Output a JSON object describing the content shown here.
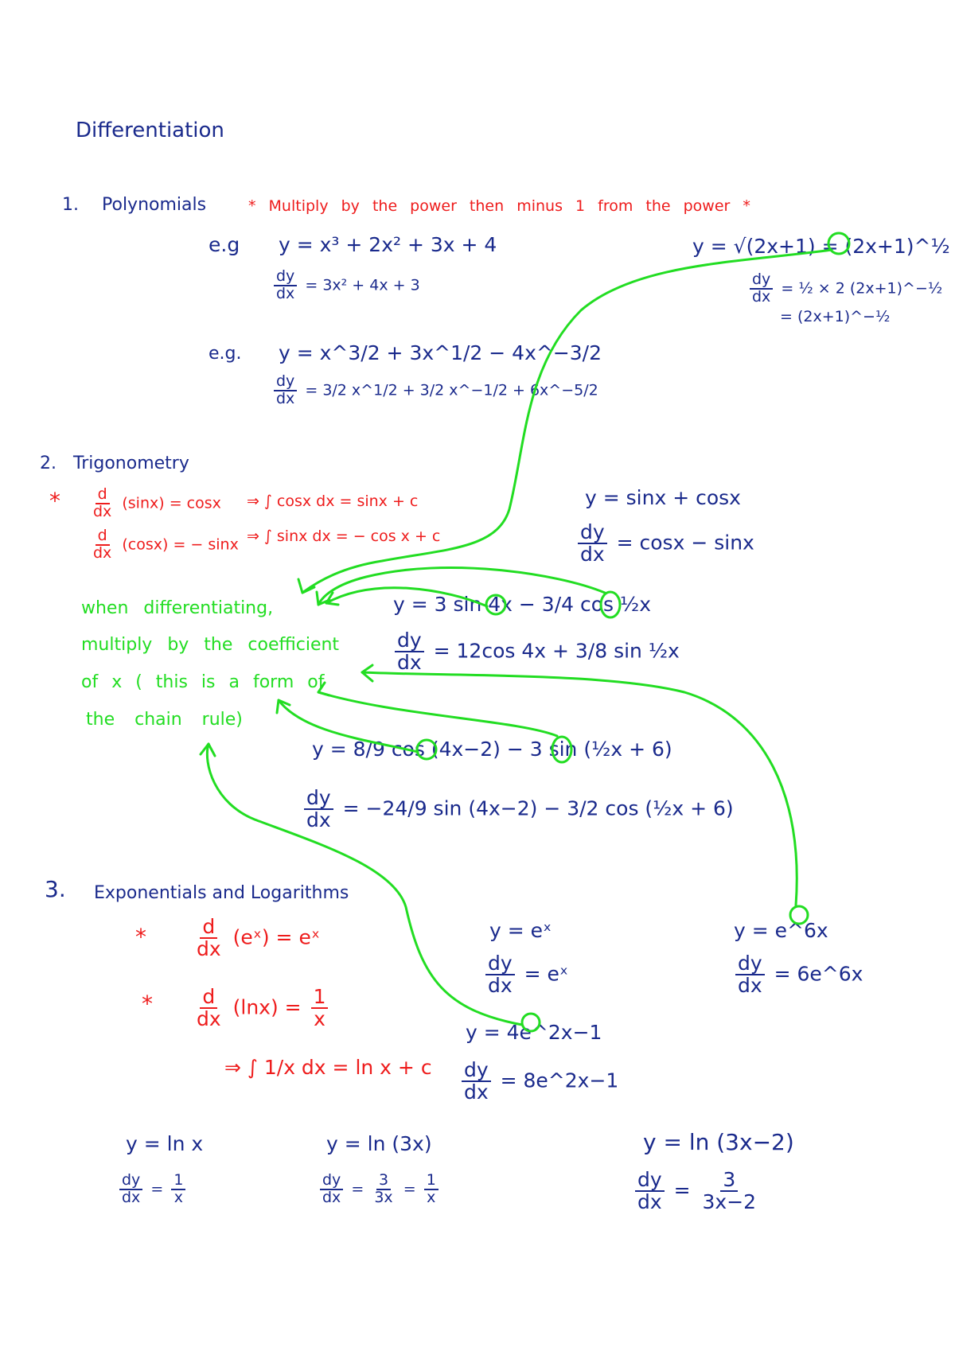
{
  "title": "Differentiation",
  "sections": {
    "polynomials": {
      "number": "1.",
      "heading": "Polynomials",
      "rule": "* Multiply by the power then minus 1 from the power *",
      "eg1_label": "e.g",
      "eg1_eq": "y = x³ + 2x² + 3x + 4",
      "eg1_dy": "dy",
      "eg1_dx": "dx",
      "eg1_deriv": "= 3x² + 4x + 3",
      "eg2_label": "e.g.",
      "eg2_eq": "y = x^3/2 + 3x^1/2 − 4x^−3/2",
      "eg2_dy": "dy",
      "eg2_dx": "dx",
      "eg2_deriv": "= 3/2 x^1/2 + 3/2 x^−1/2 + 6x^−5/2",
      "root_eq": "y = √(2x+1) = (2x+1)^½",
      "root_dy": "dy",
      "root_dx": "dx",
      "root_deriv": "= ½ × 2 (2x+1)^−½",
      "root_simplified": "= (2x+1)^−½"
    },
    "trig": {
      "number": "2.",
      "heading": "Trigonometry",
      "star": "*",
      "rule1_d": "d",
      "rule1_dx": "dx",
      "rule1": "(sinx) = cosx",
      "rule1_integral": "⇒ ∫ cosx dx = sinx + c",
      "rule2_d": "d",
      "rule2_dx": "dx",
      "rule2": "(cosx) = − sinx",
      "rule2_integral": "⇒ ∫ sinx dx = − cos x + c",
      "ex1_eq": "y = sinx + cosx",
      "ex1_dy": "dy",
      "ex1_dx": "dx",
      "ex1_deriv": "= cosx − sinx",
      "green_note": [
        "when differentiating,",
        "multiply by the coefficient",
        "of x ( this is a form of",
        "the chain rule)"
      ],
      "ex2_eq": "y = 3 sin 4x − 3/4 cos ½x",
      "ex2_dy": "dy",
      "ex2_dx": "dx",
      "ex2_deriv": "= 12cos 4x + 3/8 sin ½x",
      "ex3_eq": "y = 8/9 cos (4x−2) − 3 sin (½x + 6)",
      "ex3_dy": "dy",
      "ex3_dx": "dx",
      "ex3_deriv": "= −24/9 sin (4x−2) − 3/2 cos (½x + 6)"
    },
    "exp": {
      "number": "3.",
      "heading": "Exponentials and Logarithms",
      "star1": "*",
      "rule1_d": "d",
      "rule1_dx": "dx",
      "rule1": "(eˣ) = eˣ",
      "star2": "*",
      "rule2_d": "d",
      "rule2_dx": "dx",
      "rule2": "(lnx) =",
      "rule2_num": "1",
      "rule2_den": "x",
      "rule2_integral": "⇒ ∫ 1/x dx = ln x + c",
      "ex1_eq": "y = eˣ",
      "ex1_dy": "dy",
      "ex1_dx": "dx",
      "ex1_deriv": "= eˣ",
      "ex2_eq": "y = e^6x",
      "ex2_dy": "dy",
      "ex2_dx": "dx",
      "ex2_deriv": "= 6e^6x",
      "ex3_eq": "y = 4e^2x−1",
      "ex3_dy": "dy",
      "ex3_dx": "dx",
      "ex3_deriv": "= 8e^2x−1",
      "ln1_eq": "y = ln x",
      "ln1_dy": "dy",
      "ln1_dx": "dx",
      "ln1_num": "1",
      "ln1_den": "x",
      "ln2_eq": "y = ln (3x)",
      "ln2_dy": "dy",
      "ln2_dx": "dx",
      "ln2_num": "3",
      "ln2_den": "3x",
      "ln2_num2": "1",
      "ln2_den2": "x",
      "ln3_eq": "y = ln (3x−2)",
      "ln3_dy": "dy",
      "ln3_dx": "dx",
      "ln3_num": "3",
      "ln3_den": "3x−2"
    }
  },
  "colors": {
    "ink": "#1a2a8c",
    "rule": "#ee1c1c",
    "highlight": "#22dd22"
  }
}
